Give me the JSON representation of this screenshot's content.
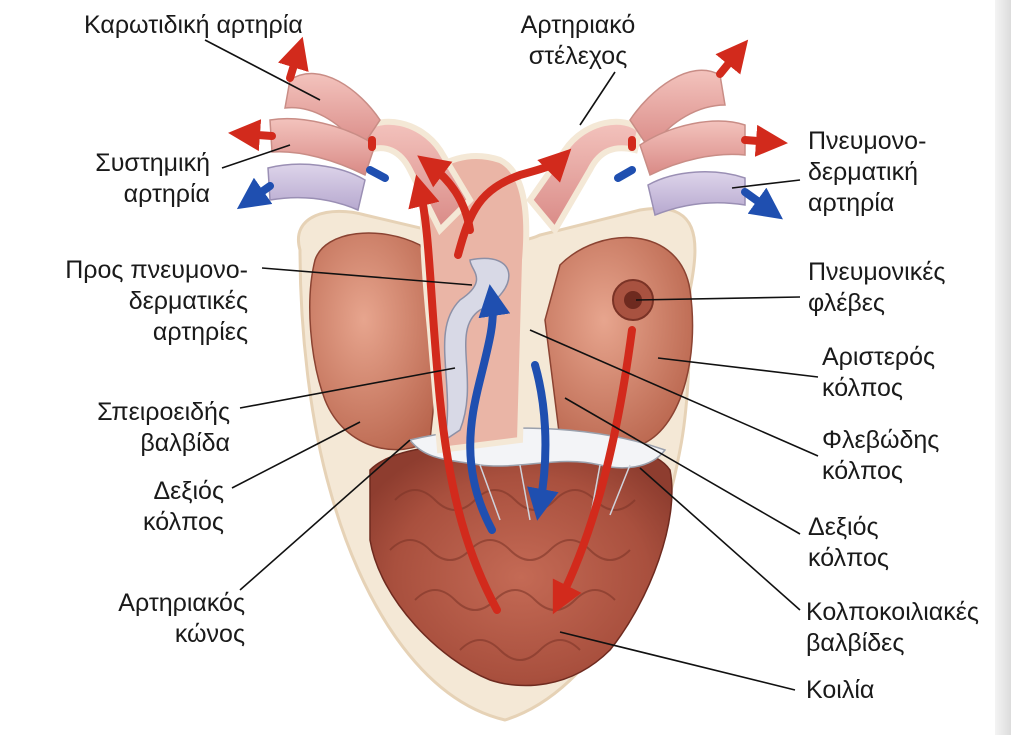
{
  "labels": {
    "carotid": "Καρωτιδική αρτηρία",
    "truncus": "Αρτηριακό\nστέλεχος",
    "systemic": "Συστημική\nαρτηρία",
    "pulmocutaneous": "Πνευμονο-\nδερματική\nαρτηρία",
    "to_pulmocutaneous": "Προς πνευμονο-\nδερματικές\nαρτηρίες",
    "pulmonary_veins": "Πνευμονικές\nφλέβες",
    "left_atrium": "Αριστερός\nκόλπος",
    "spiral_valve": "Σπειροειδής\nβαλβίδα",
    "sinus_venosus": "Φλεβώδης\nκόλπος",
    "right_atrium_left": "Δεξιός\nκόλπος",
    "right_atrium_right": "Δεξιός\nκόλπος",
    "conus": "Αρτηριακός\nκώνος",
    "av_valves": "Κολποκοιλιακές\nβαλβίδες",
    "ventricle": "Κοιλία"
  },
  "colors": {
    "oxygenated": "#d22a1c",
    "deoxygenated": "#1f4fb0",
    "tissue": "#c9775f",
    "vessel": "#e9a8a4",
    "outline": "#efe2cd"
  }
}
